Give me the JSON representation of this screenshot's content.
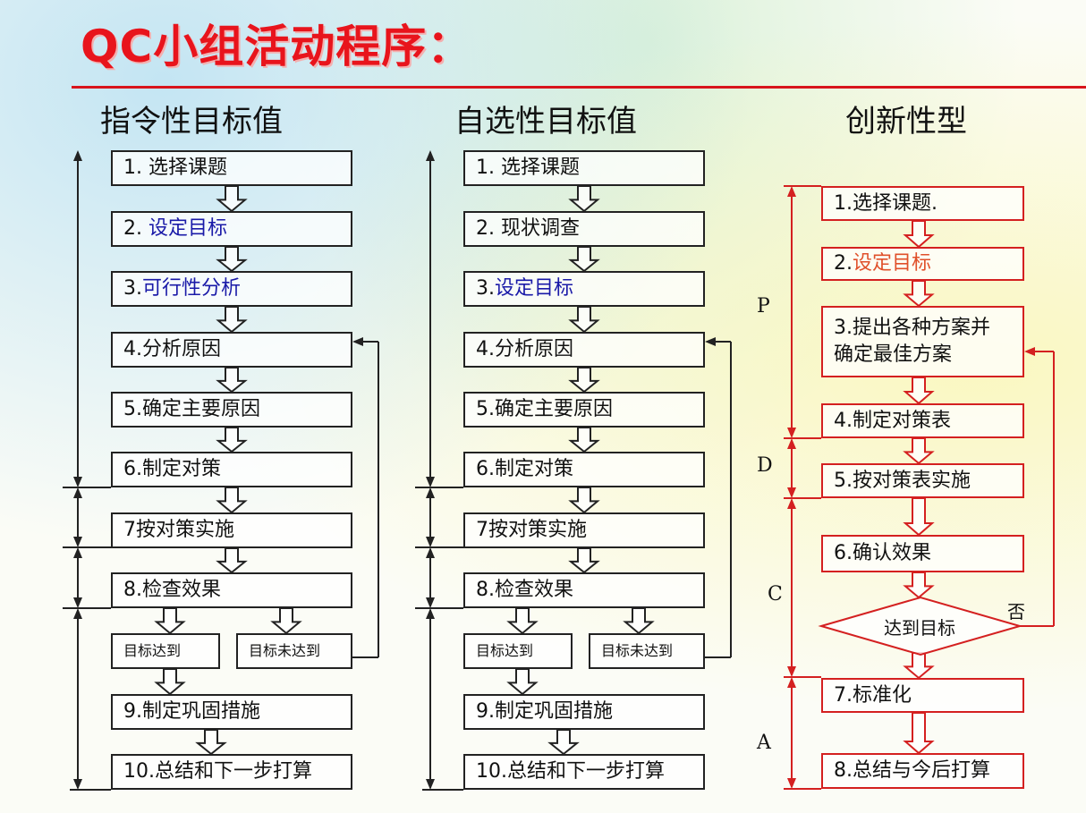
{
  "title": "QC小组活动程序：",
  "columns": [
    {
      "heading": "指令性目标值",
      "steps": [
        {
          "num": "1. ",
          "text": "选择课题",
          "tone": ""
        },
        {
          "num": "2. ",
          "text": "设定目标",
          "tone": "blue"
        },
        {
          "num": "3.",
          "text": "可行性分析",
          "tone": "blue"
        },
        {
          "num": "4.",
          "text": "分析原因",
          "tone": ""
        },
        {
          "num": "5.",
          "text": "确定主要原因",
          "tone": ""
        },
        {
          "num": "6.",
          "text": "制定对策",
          "tone": ""
        },
        {
          "num": "7",
          "text": "按对策实施",
          "tone": ""
        },
        {
          "num": "8.",
          "text": "检查效果",
          "tone": ""
        },
        {
          "num": "",
          "text": "目标达到",
          "tone": ""
        },
        {
          "num": "",
          "text": "目标未达到",
          "tone": ""
        },
        {
          "num": "9.",
          "text": "制定巩固措施",
          "tone": ""
        },
        {
          "num": "10.",
          "text": "总结和下一步打算",
          "tone": ""
        }
      ]
    },
    {
      "heading": "自选性目标值",
      "steps": [
        {
          "num": "1. ",
          "text": "选择课题",
          "tone": ""
        },
        {
          "num": "2. ",
          "text": "现状调查",
          "tone": ""
        },
        {
          "num": "3.",
          "text": "设定目标",
          "tone": "blue"
        },
        {
          "num": "4.",
          "text": "分析原因",
          "tone": ""
        },
        {
          "num": "5.",
          "text": "确定主要原因",
          "tone": ""
        },
        {
          "num": "6.",
          "text": "制定对策",
          "tone": ""
        },
        {
          "num": "7",
          "text": "按对策实施",
          "tone": ""
        },
        {
          "num": "8.",
          "text": "检查效果",
          "tone": ""
        },
        {
          "num": "",
          "text": "目标达到",
          "tone": ""
        },
        {
          "num": "",
          "text": "目标未达到",
          "tone": ""
        },
        {
          "num": "9.",
          "text": "制定巩固措施",
          "tone": ""
        },
        {
          "num": "10.",
          "text": "总结和下一步打算",
          "tone": ""
        }
      ]
    },
    {
      "heading": "创新性型",
      "steps": [
        {
          "num": "1.",
          "text": "选择课题.",
          "tone": ""
        },
        {
          "num": "2.",
          "text": "设定目标",
          "tone": "orange"
        },
        {
          "num": "3.",
          "text": "提出各种方案并\n确定最佳方案",
          "tone": ""
        },
        {
          "num": "4.",
          "text": "制定对策表",
          "tone": ""
        },
        {
          "num": "5.",
          "text": "按对策表实施",
          "tone": ""
        },
        {
          "num": "6.",
          "text": "确认效果",
          "tone": ""
        },
        {
          "num": "",
          "text": "达到目标",
          "tone": ""
        },
        {
          "num": "7.",
          "text": "标准化",
          "tone": ""
        },
        {
          "num": "8.",
          "text": "总结与今后打算",
          "tone": ""
        }
      ],
      "no_label": "否",
      "phases": [
        "P",
        "D",
        "C",
        "A"
      ]
    }
  ],
  "colors": {
    "title": "#e8141c",
    "red": "#d42020",
    "blue": "#1a1aa8",
    "line": "#222222"
  }
}
